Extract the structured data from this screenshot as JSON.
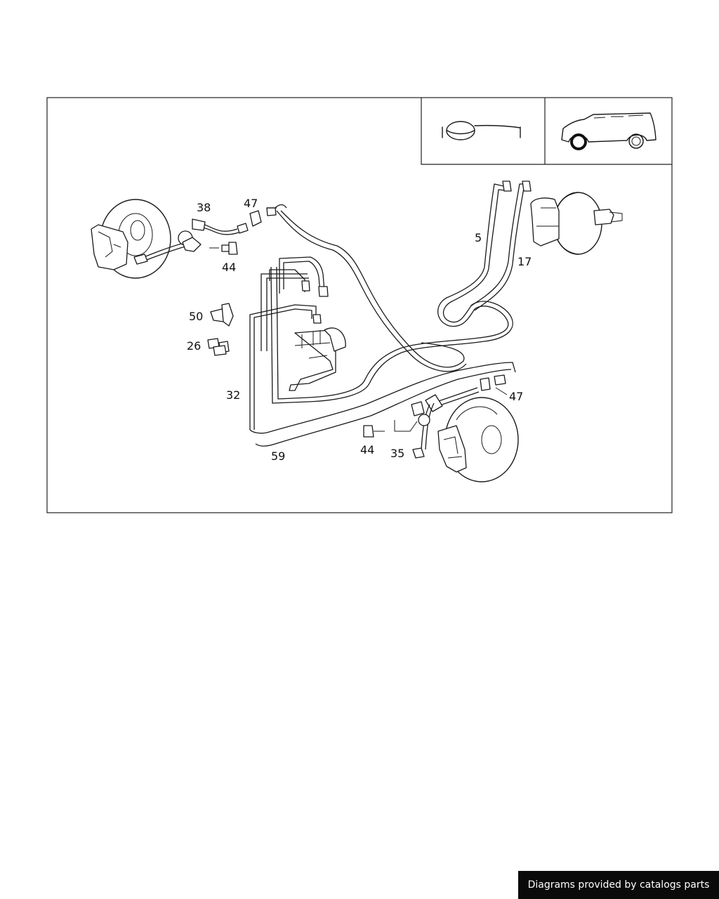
{
  "diagram": {
    "callouts": {
      "c38": "38",
      "c47a": "47",
      "c44a": "44",
      "c5": "5",
      "c17": "17",
      "c50": "50",
      "c26": "26",
      "c32": "32",
      "c47b": "47",
      "c44b": "44",
      "c35": "35",
      "c59": "59"
    },
    "icons": {
      "steering": "steering-wheel-icon",
      "vehicle": "vehicle-side-icon"
    }
  },
  "footer": {
    "credit": "Diagrams provided by catalogs parts"
  }
}
